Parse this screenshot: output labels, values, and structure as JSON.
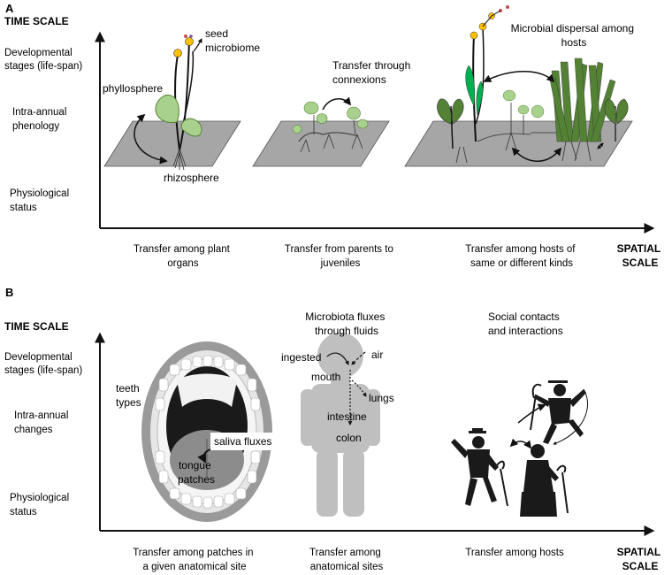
{
  "panel_a": {
    "letter": "A",
    "y_axis_title": "TIME SCALE",
    "y_levels": [
      [
        "Developmental",
        "stages (life-span)"
      ],
      [
        "Intra-annual",
        "phenology"
      ],
      [
        "Physiological",
        "status"
      ]
    ],
    "x_axis_title": [
      "SPATIAL",
      "SCALE"
    ],
    "x_categories": [
      [
        "Transfer among plant",
        "organs"
      ],
      [
        "Transfer from parents to",
        "juveniles"
      ],
      [
        "Transfer among hosts of",
        "same or different kinds"
      ]
    ],
    "labels": {
      "seed": [
        "seed",
        "microbiome"
      ],
      "phyllosphere": "phyllosphere",
      "rhizosphere": "rhizosphere",
      "connexions": [
        "Transfer through",
        "connexions"
      ],
      "dispersal": [
        "Microbial dispersal among",
        "hosts"
      ]
    }
  },
  "panel_b": {
    "letter": "B",
    "y_axis_title": "TIME SCALE",
    "y_levels": [
      [
        "Developmental",
        "stages (life-span)"
      ],
      [
        "Intra-annual",
        "changes"
      ],
      [
        "Physiological",
        "status"
      ]
    ],
    "x_axis_title": [
      "SPATIAL",
      "SCALE"
    ],
    "x_categories": [
      [
        "Transfer among patches in",
        "a given anatomical site"
      ],
      [
        "Transfer among",
        "anatomical sites"
      ],
      [
        "Transfer among hosts"
      ]
    ],
    "labels": {
      "teeth": [
        "teeth",
        "types"
      ],
      "saliva": "saliva fluxes",
      "tongue": [
        "tongue",
        "patches"
      ],
      "fluids_title": [
        "Microbiota fluxes",
        "through fluids"
      ],
      "ingested": "ingested",
      "air": "air",
      "mouth": "mouth",
      "lungs": "lungs",
      "intestine": "intestine",
      "colon": "colon",
      "social": [
        "Social contacts",
        "and interactions"
      ]
    }
  },
  "colors": {
    "ground": "#a6a6a6",
    "leaf_light": "#a9d18e",
    "leaf_dark": "#548235",
    "leaf_bright": "#00b050",
    "seed_yellow": "#ffc000",
    "human_gray": "#bfbfbf",
    "mouth_dark": "#1a1a1a",
    "person_black": "#1a1a1a"
  }
}
